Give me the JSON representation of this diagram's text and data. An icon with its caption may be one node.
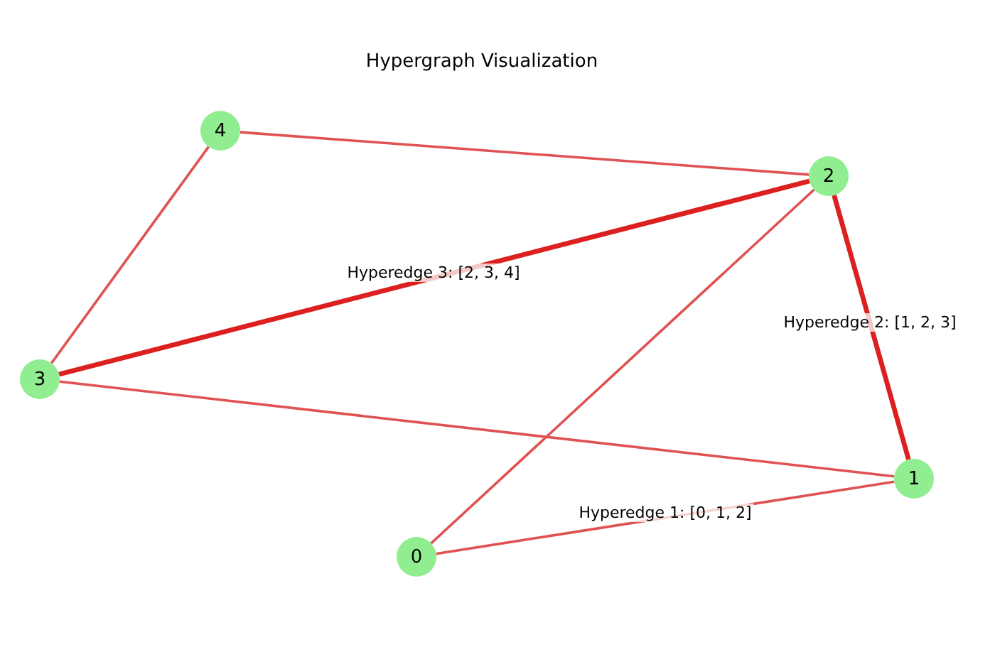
{
  "diagram": {
    "title": "Hypergraph Visualization",
    "nodes": [
      {
        "text": [
          "0"
        ]
      },
      {
        "text": [
          "1"
        ]
      },
      {
        "text": [
          "2"
        ]
      },
      {
        "text": [
          "3"
        ]
      },
      {
        "text": [
          "4"
        ]
      }
    ],
    "edges": [
      {
        "from": 0,
        "to": 1,
        "arrow": "none",
        "label": "Hyperedge 1: [0, 1, 2]"
      },
      {
        "from": 0,
        "to": 2,
        "arrow": "none"
      },
      {
        "from": 1,
        "to": 2,
        "arrow": "none",
        "style": "thick",
        "label": "Hyperedge 2: [1, 2, 3]"
      },
      {
        "from": 1,
        "to": 3,
        "arrow": "none"
      },
      {
        "from": 2,
        "to": 3,
        "arrow": "none",
        "style": "thick",
        "label": "Hyperedge 3: [2, 3, 4]"
      },
      {
        "from": 2,
        "to": 4,
        "arrow": "none"
      },
      {
        "from": 3,
        "to": 4,
        "arrow": "none"
      }
    ]
  }
}
